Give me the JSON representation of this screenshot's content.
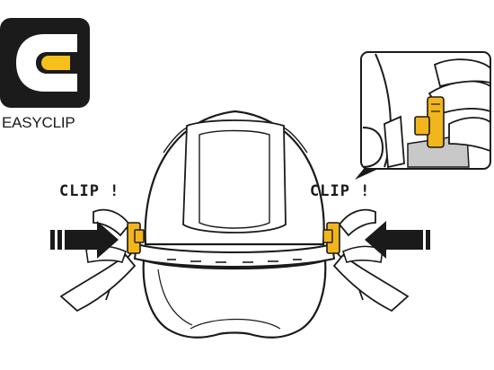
{
  "logo": {
    "name": "EASYCLIP",
    "tile_color": "#1b1b1b",
    "accent_color": "#f5c21b"
  },
  "labels": {
    "clip_left": "CLIP !",
    "clip_right": "CLIP !"
  },
  "colors": {
    "clip": "#f2b51c",
    "line": "#1a1a1a",
    "arrow": "#1a1a1a",
    "inset_shade": "#c8c8c8"
  },
  "icons": [
    "easyclip-logo-icon",
    "left-arrow-icon",
    "right-arrow-icon",
    "clip-detail-inset"
  ]
}
